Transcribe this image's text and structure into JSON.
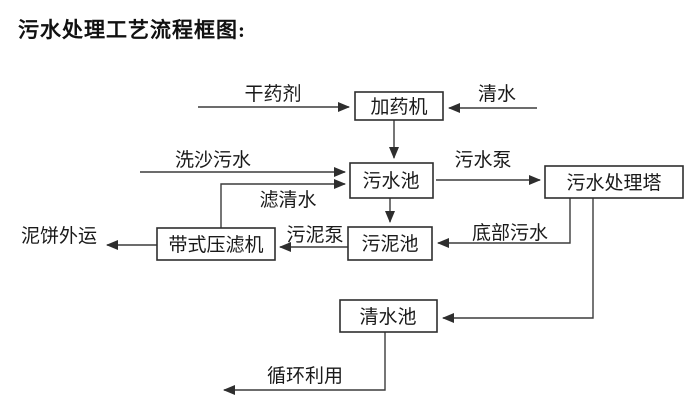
{
  "title": "污水处理工艺流程框图:",
  "colors": {
    "background": "#ffffff",
    "line": "#3c3c3c",
    "box_border": "#2e2e2e",
    "text": "#1a1a1a"
  },
  "nodes": {
    "doser": "加药机",
    "sewage_pool": "污水池",
    "treatment_tower": "污水处理塔",
    "belt_filter_press": "带式压滤机",
    "sludge_pool": "污泥池",
    "clean_water_pool": "清水池"
  },
  "flow_labels": {
    "dry_agent": "干药剂",
    "clean_water": "清水",
    "sand_washing_sewage": "洗沙污水",
    "sewage_pump": "污水泵",
    "filtered_water": "滤清水",
    "sludge_pump": "污泥泵",
    "bottom_sewage": "底部污水",
    "mud_cake_out": "泥饼外运",
    "recycle": "循环利用"
  }
}
